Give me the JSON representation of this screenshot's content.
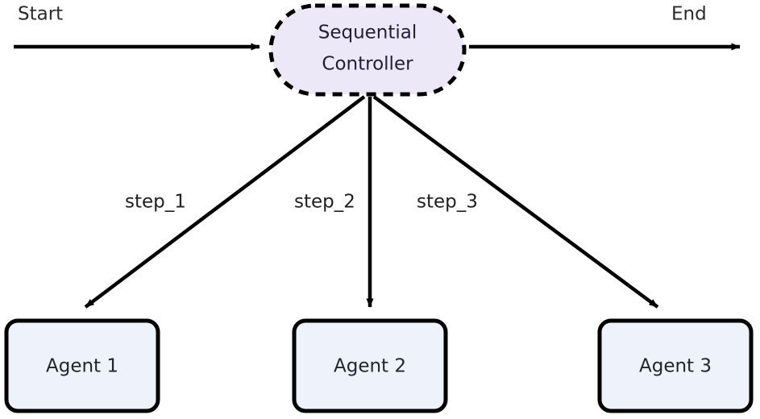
{
  "diagram": {
    "type": "flowchart",
    "direction": "left-to-right-with-fanout",
    "background_color": "#ffffff",
    "terminals": {
      "start_label": "Start",
      "end_label": "End"
    },
    "controller": {
      "id": "sequential-controller",
      "label_line_1": "Sequential",
      "label_line_2": "Controller",
      "shape": "stadium",
      "border_style": "dashed",
      "fill_color": "#ece8f8",
      "stroke_color": "#000000",
      "text_color": "#232036"
    },
    "agents": [
      {
        "id": "agent-1",
        "label": "Agent 1",
        "shape": "rounded-rect",
        "fill_color": "#eef2fa",
        "stroke_color": "#000000"
      },
      {
        "id": "agent-2",
        "label": "Agent 2",
        "shape": "rounded-rect",
        "fill_color": "#eef2fa",
        "stroke_color": "#000000"
      },
      {
        "id": "agent-3",
        "label": "Agent 3",
        "shape": "rounded-rect",
        "fill_color": "#eef2fa",
        "stroke_color": "#000000"
      }
    ],
    "edges": [
      {
        "id": "edge-start",
        "label": "",
        "from": "start",
        "to": "sequential-controller"
      },
      {
        "id": "edge-end",
        "label": "",
        "from": "sequential-controller",
        "to": "end"
      },
      {
        "id": "edge-step-1",
        "label": "step_1",
        "from": "sequential-controller",
        "to": "agent-1"
      },
      {
        "id": "edge-step-2",
        "label": "step_2",
        "from": "sequential-controller",
        "to": "agent-2"
      },
      {
        "id": "edge-step-3",
        "label": "step_3",
        "from": "sequential-controller",
        "to": "agent-3"
      }
    ]
  }
}
